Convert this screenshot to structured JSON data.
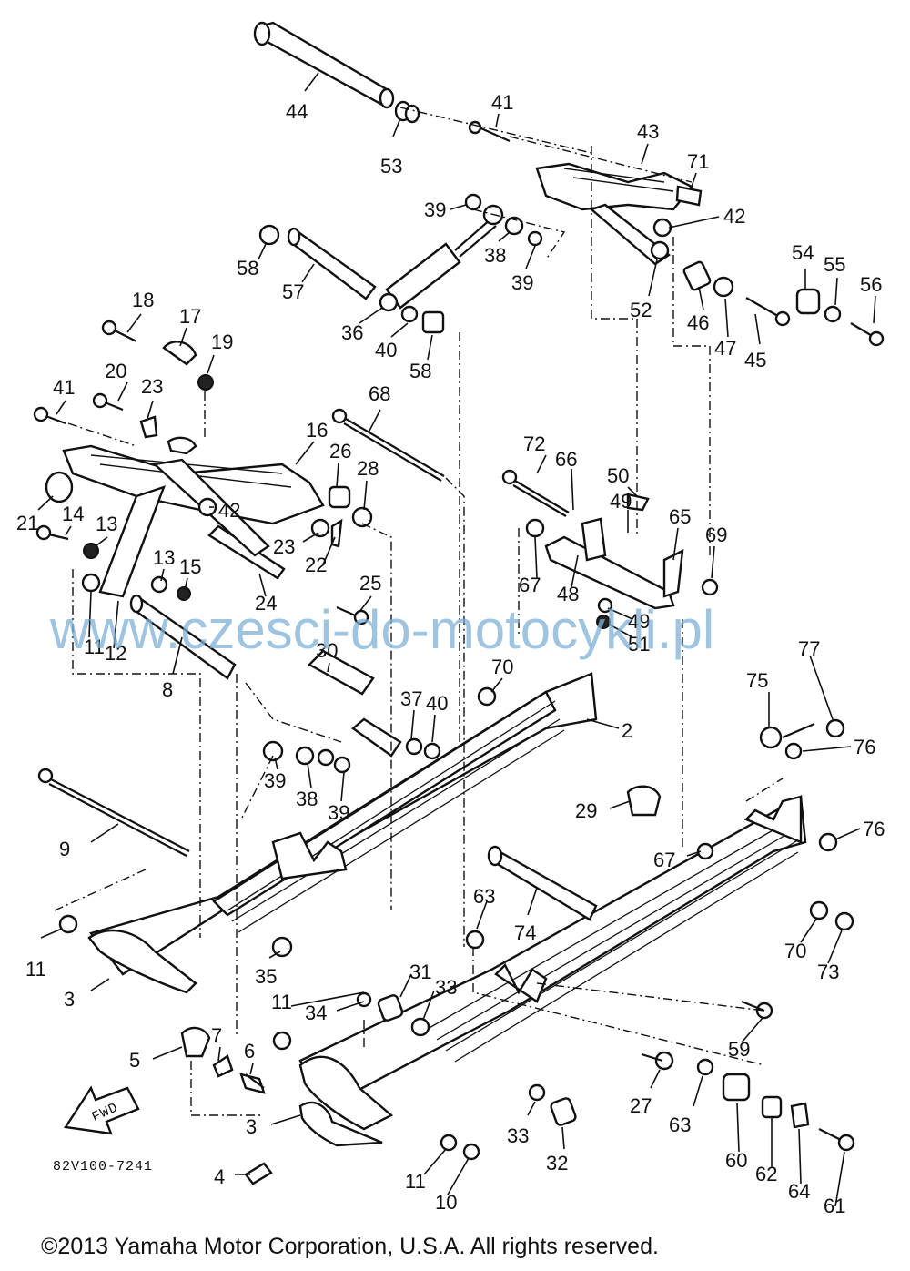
{
  "diagram_code": "82V100-7241",
  "watermark": "www.czesci-do-motocykli.pl",
  "copyright": "©2013 Yamaha Motor Corporation, U.S.A. All rights reserved.",
  "fwd_label": "FWD",
  "callouts": [
    "44",
    "53",
    "41",
    "43",
    "71",
    "39",
    "38",
    "39",
    "42",
    "54",
    "55",
    "56",
    "58",
    "57",
    "36",
    "40",
    "58",
    "52",
    "46",
    "47",
    "45",
    "18",
    "17",
    "19",
    "20",
    "23",
    "41",
    "68",
    "16",
    "26",
    "28",
    "21",
    "14",
    "13",
    "42",
    "23",
    "22",
    "13",
    "15",
    "24",
    "25",
    "11",
    "12",
    "72",
    "66",
    "50",
    "49",
    "65",
    "69",
    "67",
    "48",
    "49",
    "51",
    "30",
    "8",
    "70",
    "2",
    "37",
    "40",
    "77",
    "75",
    "76",
    "39",
    "38",
    "39",
    "9",
    "29",
    "76",
    "67",
    "63",
    "74",
    "11",
    "3",
    "35",
    "70",
    "73",
    "31",
    "33",
    "34",
    "11",
    "59",
    "5",
    "7",
    "6",
    "27",
    "63",
    "3",
    "33",
    "32",
    "60",
    "62",
    "64",
    "4",
    "11",
    "10",
    "61"
  ]
}
